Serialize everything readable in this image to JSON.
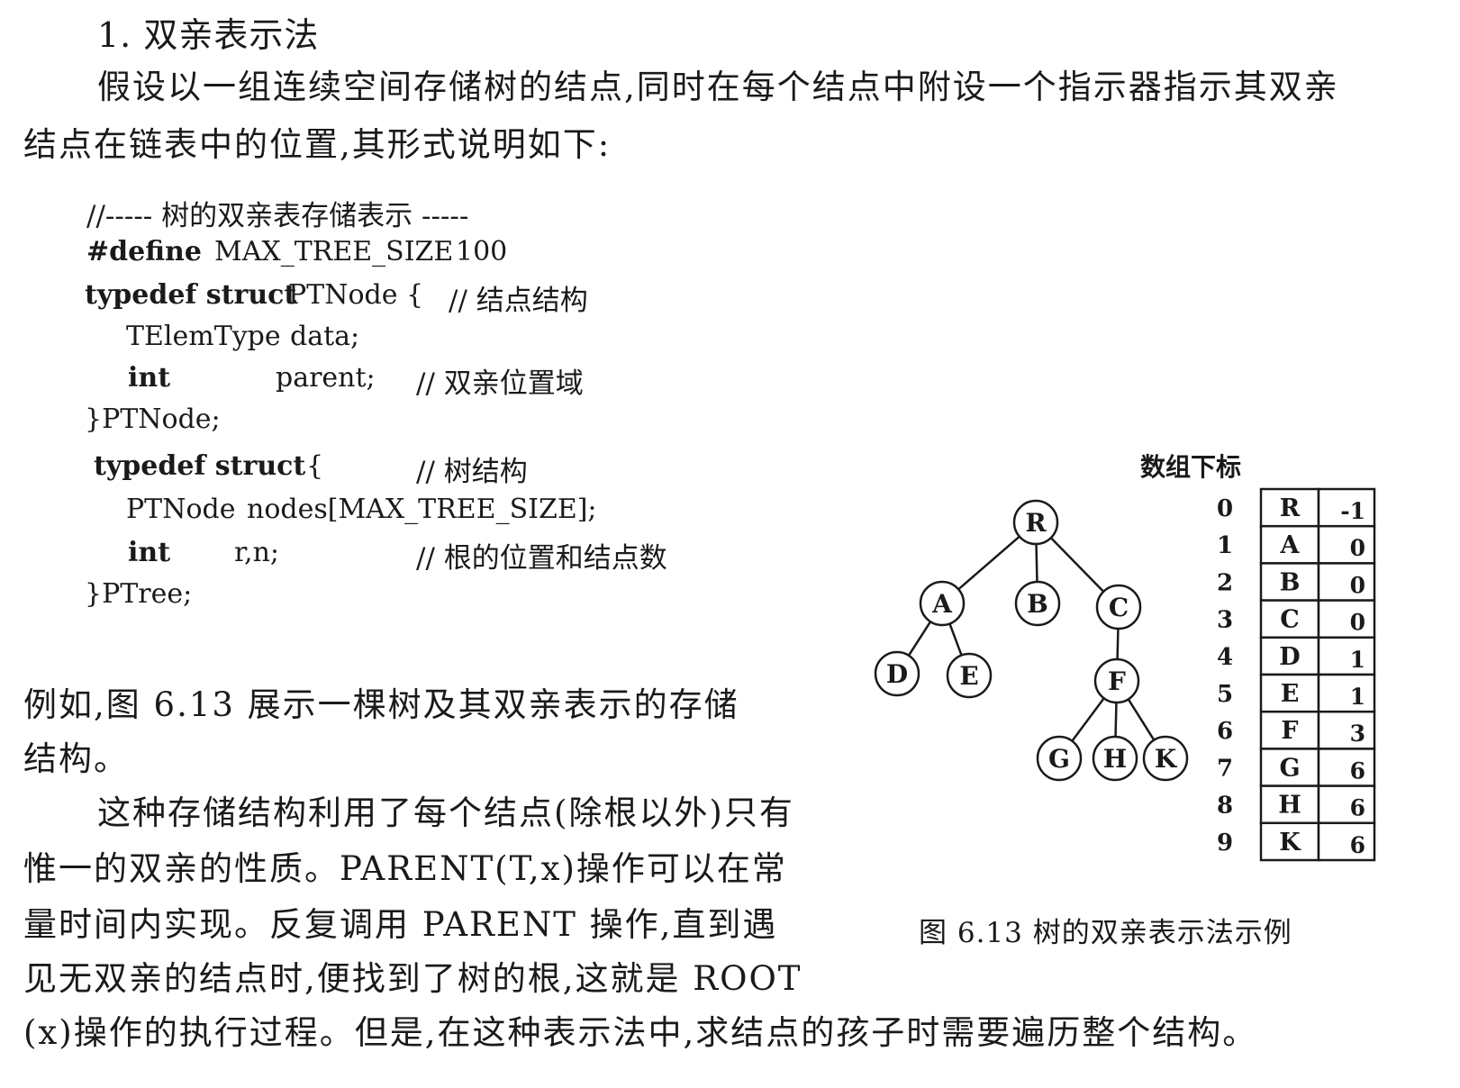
{
  "heading": "1. 双亲表示法",
  "intro": {
    "line1": "假设以一组连续空间存储树的结点,同时在每个结点中附设一个指示器指示其双亲",
    "line2": "结点在链表中的位置,其形式说明如下:"
  },
  "code": {
    "comment_header": "//----- 树的双亲表存储表示 -----",
    "define_kw": "#define",
    "define_name": "MAX_TREE_SIZE",
    "define_value": "100",
    "typedef1_kw": "typedef struct",
    "typedef1_name": "PTNode {",
    "typedef1_comment": "// 结点结构",
    "field1_type": "TElemType",
    "field1_name": "data;",
    "field2_type": "int",
    "field2_name": "parent;",
    "field2_comment": "// 双亲位置域",
    "close1": "}PTNode;",
    "typedef2_kw": "typedef struct",
    "typedef2_brace": "{",
    "typedef2_comment": "// 树结构",
    "field3_type": "PTNode",
    "field3_name": "nodes[MAX_TREE_SIZE];",
    "field4_type": "int",
    "field4_name": "r,n;",
    "field4_comment": "// 根的位置和结点数",
    "close2": "}PTree;"
  },
  "body_text": {
    "p1_line1": "例如,图 6.13 展示一棵树及其双亲表示的存储",
    "p1_line2": "结构。",
    "p2_line1": "这种存储结构利用了每个结点(除根以外)只有",
    "p2_line2": "惟一的双亲的性质。PARENT(T,x)操作可以在常",
    "p2_line3": "量时间内实现。反复调用 PARENT 操作,直到遇",
    "p2_line4": "见无双亲的结点时,便找到了树的根,这就是 ROOT",
    "p2_line5": "(x)操作的执行过程。但是,在这种表示法中,求结点的孩子时需要遍历整个结构。"
  },
  "figure": {
    "index_header": "数组下标",
    "caption": "图 6.13 树的双亲表示法示例",
    "tree_nodes": [
      {
        "label": "R",
        "parent": null
      },
      {
        "label": "A",
        "parent": "R"
      },
      {
        "label": "B",
        "parent": "R"
      },
      {
        "label": "C",
        "parent": "R"
      },
      {
        "label": "D",
        "parent": "A"
      },
      {
        "label": "E",
        "parent": "A"
      },
      {
        "label": "F",
        "parent": "C"
      },
      {
        "label": "G",
        "parent": "F"
      },
      {
        "label": "H",
        "parent": "F"
      },
      {
        "label": "K",
        "parent": "F"
      }
    ],
    "table_rows": [
      {
        "index": "0",
        "data": "R",
        "parent": "-1"
      },
      {
        "index": "1",
        "data": "A",
        "parent": "0"
      },
      {
        "index": "2",
        "data": "B",
        "parent": "0"
      },
      {
        "index": "3",
        "data": "C",
        "parent": "0"
      },
      {
        "index": "4",
        "data": "D",
        "parent": "1"
      },
      {
        "index": "5",
        "data": "E",
        "parent": "1"
      },
      {
        "index": "6",
        "data": "F",
        "parent": "3"
      },
      {
        "index": "7",
        "data": "G",
        "parent": "6"
      },
      {
        "index": "8",
        "data": "H",
        "parent": "6"
      },
      {
        "index": "9",
        "data": "K",
        "parent": "6"
      }
    ]
  }
}
